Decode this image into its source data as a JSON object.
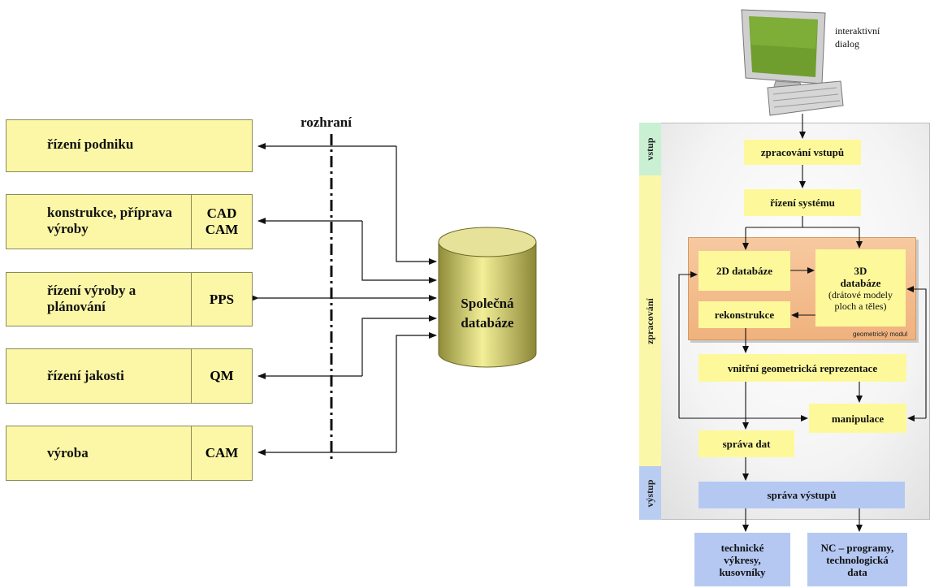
{
  "left": {
    "interface_label": "rozhraní",
    "database_label": "Společná databáze",
    "modules": [
      {
        "label": "řízení podniku",
        "code": ""
      },
      {
        "label": "konstrukce, příprava výroby",
        "code": "CAD CAM"
      },
      {
        "label": "řízení výroby a plánování",
        "code": "PPS"
      },
      {
        "label": "řízení jakosti",
        "code": "QM"
      },
      {
        "label": "výroba",
        "code": "CAM"
      }
    ]
  },
  "right": {
    "dialog_label": "interaktivní dialog",
    "bands": {
      "input": "vstup",
      "processing": "zpracování",
      "output": "výstup"
    },
    "boxes": {
      "input_processing": "zpracování vstupů",
      "system_control": "řízení systému",
      "db2d": "2D databáze",
      "db3d_title": "3D databáze",
      "db3d_sub": "(drátové modely ploch a těles)",
      "reconstruction": "rekonstrukce",
      "geometric_module": "geometrický modul",
      "internal_repr": "vnitřní geometrická reprezentace",
      "manipulation": "manipulace",
      "data_management": "správa dat",
      "output_management": "správa výstupů",
      "drawings": "technické výkresy, kusovníky",
      "nc": "NC – programy, technologická data"
    }
  }
}
